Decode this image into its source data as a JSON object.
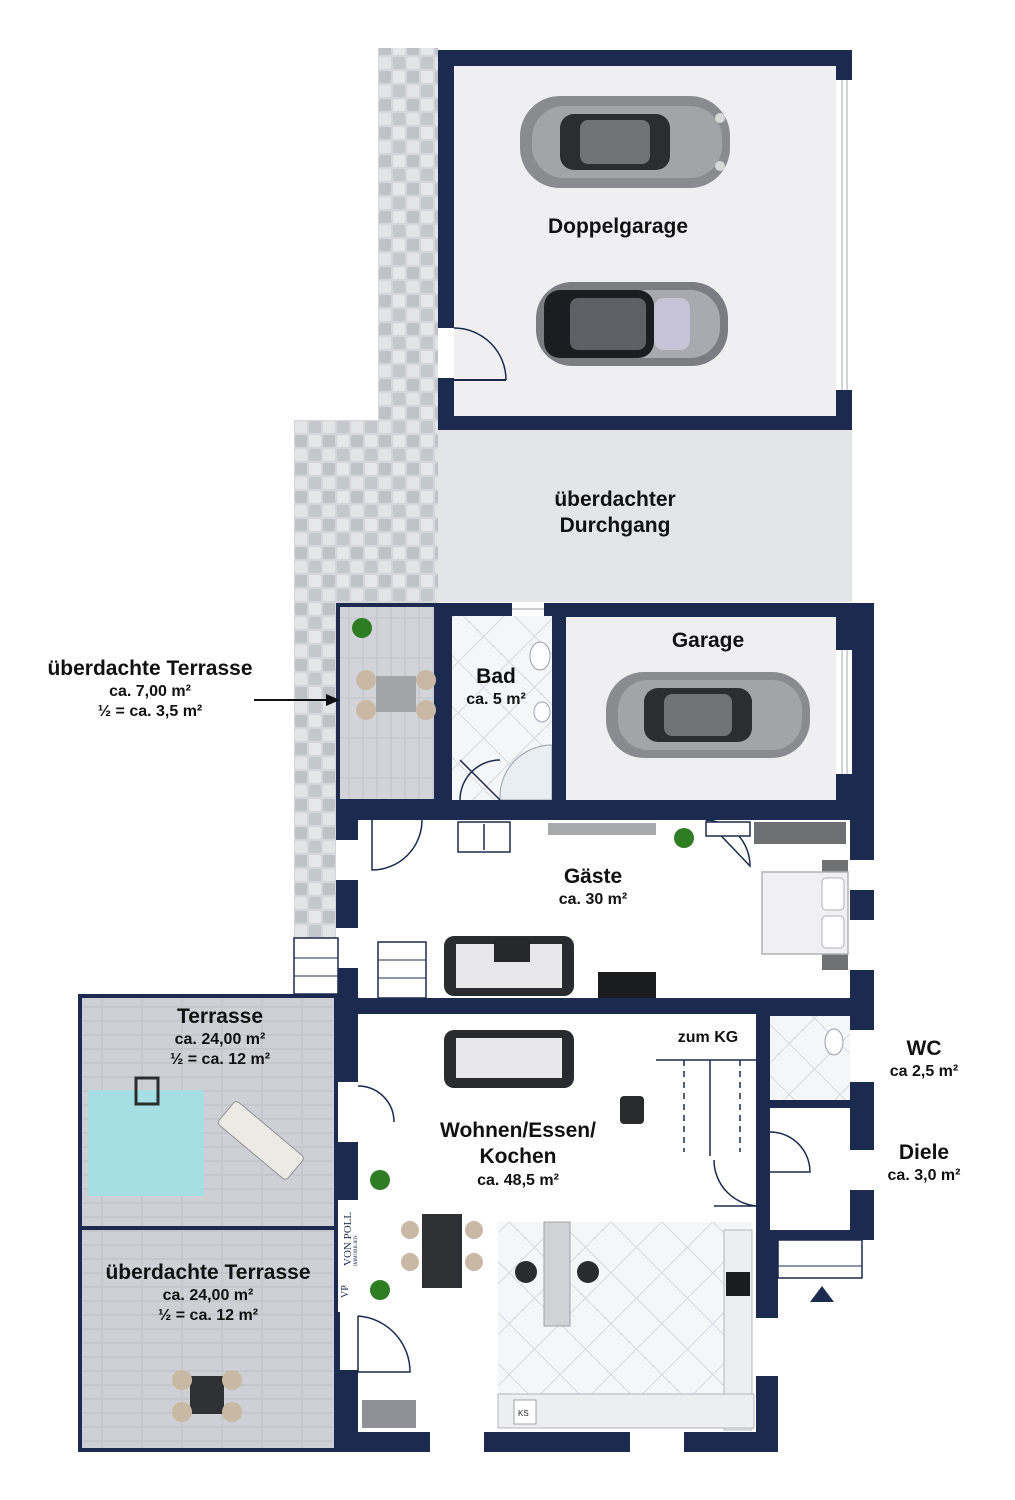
{
  "colors": {
    "wall": "#1b2a4e",
    "tile_floor": "#f4f6f8",
    "wood_terrace": "#cfd0d5",
    "paving": "#d8dadd",
    "passage": "#e4e5e7",
    "pool": "#a6dfe3",
    "car_grey": "#8e8f92",
    "plant": "#2f7d22"
  },
  "rooms": {
    "doppelgarage": {
      "name": "Doppelgarage"
    },
    "durchgang": {
      "line1": "überdachter",
      "line2": "Durchgang"
    },
    "bad": {
      "name": "Bad",
      "area": "ca. 5 m²"
    },
    "garage": {
      "name": "Garage"
    },
    "gaeste": {
      "name": "Gäste",
      "area": "ca. 30 m²"
    },
    "zum_kg": {
      "name": "zum KG"
    },
    "wc": {
      "name": "WC",
      "area": "ca 2,5 m²"
    },
    "diele": {
      "name": "Diele",
      "area": "ca. 3,0 m²"
    },
    "wohnen": {
      "line1": "Wohnen/Essen/",
      "line2": "Kochen",
      "area": "ca. 48,5 m²"
    },
    "terrasse": {
      "name": "Terrasse",
      "area": "ca. 24,00 m²",
      "half": "½ = ca. 12 m²"
    },
    "ueberdachte_terrasse_unten": {
      "name": "überdachte Terrasse",
      "area": "ca. 24,00 m²",
      "half": "½ = ca. 12 m²"
    },
    "ueberdachte_terrasse_oben": {
      "name": "überdachte Terrasse",
      "area": "ca. 7,00 m²",
      "half": "½ = ca. 3,5 m²"
    }
  },
  "appliances": {
    "fridge": "KS"
  },
  "logo": {
    "text": "VON POLL",
    "sub": "IMMOBILIEN",
    "mark": "VP"
  }
}
